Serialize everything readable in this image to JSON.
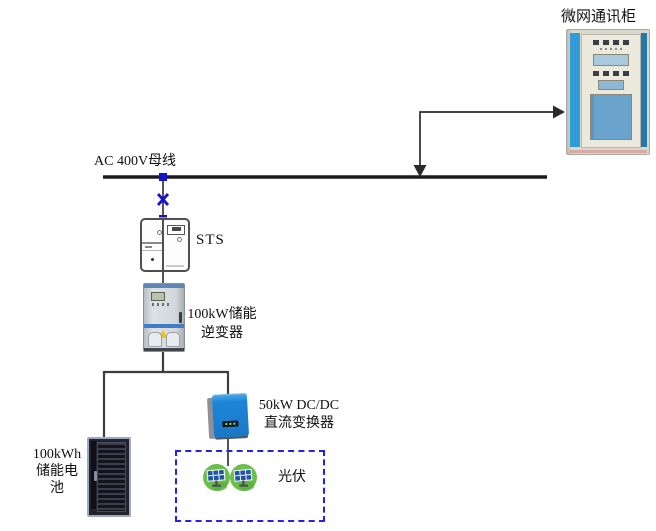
{
  "diagram": {
    "comm_cabinet_label": "微网通讯柜",
    "bus_label": "AC 400V母线",
    "sts_label": "STS",
    "inverter_label_line1": "100kW储能",
    "inverter_label_line2": "逆变器",
    "dcdc_label_line1": "50kW DC/DC",
    "dcdc_label_line2": "直流变换器",
    "battery_label_line1": "100kWh",
    "battery_label_line2": "储能电",
    "battery_label_line3": "池",
    "pv_label": "光伏"
  },
  "colors": {
    "bus": "#1c1c1c",
    "line": "#3d3d3d",
    "thin_line": "#2a2a2a",
    "breaker_blue": "#1414cc",
    "pv_box_border": "#2222ee",
    "pv_circle_green": "#6abf4b",
    "panel_blue": "#2155a3",
    "dcdc_blue": "#1d86d8",
    "battery_dark": "#23232d",
    "battery_trim": "#9fa8c0",
    "cabinet_blue": "#2f9cd8",
    "cabinet_front": "#ebe9dc"
  }
}
